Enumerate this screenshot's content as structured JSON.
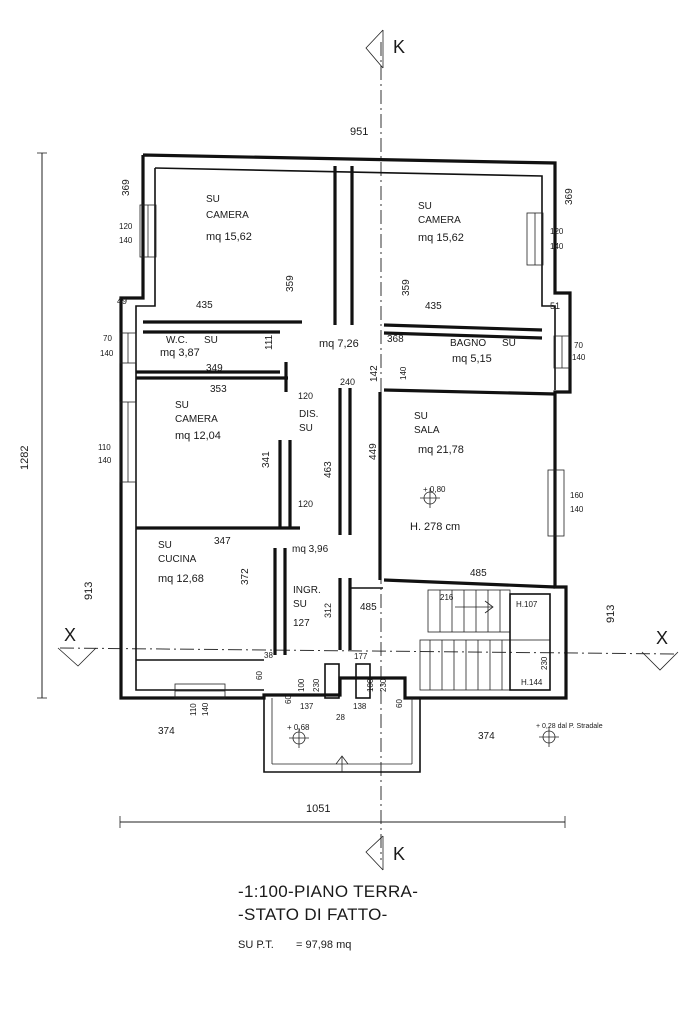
{
  "section_marks": {
    "k": "K",
    "x": "X"
  },
  "overall": {
    "width_top": "951",
    "width_bottom": "1051",
    "height_left": "1282",
    "height_lower_left": "913",
    "height_lower_right": "913"
  },
  "rooms": {
    "camera_nw": {
      "su": "SU",
      "name": "CAMERA",
      "area": "mq 15,62",
      "width": "435",
      "height": "359",
      "ext": "369",
      "window_a": "120",
      "window_b": "140"
    },
    "camera_ne": {
      "su": "SU",
      "name": "CAMERA",
      "area": "mq 15,62",
      "width": "435",
      "height": "359",
      "ext": "369",
      "window_a": "120",
      "window_b": "140"
    },
    "wc": {
      "name": "W.C.",
      "su": "SU",
      "area": "mq 3,87",
      "width": "349",
      "height": "111",
      "wall": "49",
      "window_a": "70",
      "window_b": "140"
    },
    "bagno": {
      "name": "BAGNO",
      "su": "SU",
      "area": "mq 5,15",
      "width": "368",
      "height": "142",
      "wall": "51",
      "window_a": "70",
      "window_b": "140",
      "door": "140"
    },
    "corridor": {
      "area": "mq 7,26",
      "width": "240"
    },
    "camera_w": {
      "su": "SU",
      "name": "CAMERA",
      "area": "mq 12,04",
      "width": "353",
      "height": "341",
      "window_a": "110",
      "window_b": "140"
    },
    "dis": {
      "name": "DIS.",
      "su": "SU",
      "door_a": "120",
      "door_b": "120",
      "length": "463",
      "area": "mq 3,96"
    },
    "sala": {
      "su": "SU",
      "name": "SALA",
      "area": "mq 21,78",
      "height_dim": "449",
      "level": "+ 0,80",
      "ceiling": "H. 278 cm",
      "width": "485",
      "window_a": "160",
      "window_b": "140"
    },
    "cucina": {
      "su": "SU",
      "name": "CUCINA",
      "area": "mq 12,68",
      "width": "347",
      "height": "372",
      "wall": "38",
      "window_a": "110",
      "window_b": "140"
    },
    "ingresso": {
      "name": "INGR.",
      "su": "SU",
      "width": "127",
      "height": "312",
      "step": "177",
      "landing": "485"
    },
    "stairs": {
      "tread": "216",
      "h_upper": "H.107",
      "h_lower": "H.144",
      "width": "230"
    }
  },
  "entrance": {
    "dims": [
      "60",
      "100",
      "230",
      "137",
      "28",
      "138",
      "100",
      "230",
      "60"
    ],
    "level": "+ 0,68",
    "left_width": "374",
    "right_width": "374",
    "street_level": "+ 0,28 dal P. Stradale"
  },
  "title": {
    "line1": "-1:100-PIANO TERRA-",
    "line2": "-STATO DI FATTO-",
    "su_label": "SU P.T.",
    "su_value": "= 97,98 mq"
  }
}
